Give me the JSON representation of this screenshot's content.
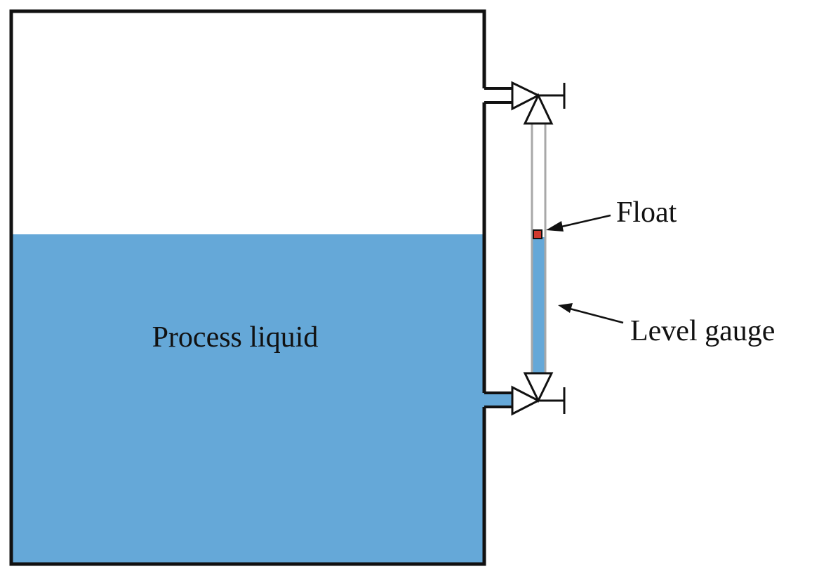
{
  "diagram": {
    "liquid_label": "Process liquid",
    "float_label": "Float",
    "gauge_label": "Level gauge",
    "colors": {
      "liquid": "#65a8d8",
      "outline": "#111111",
      "gauge_glass": "#a8a8a8",
      "float": "#d0392e",
      "background": "#ffffff"
    }
  }
}
